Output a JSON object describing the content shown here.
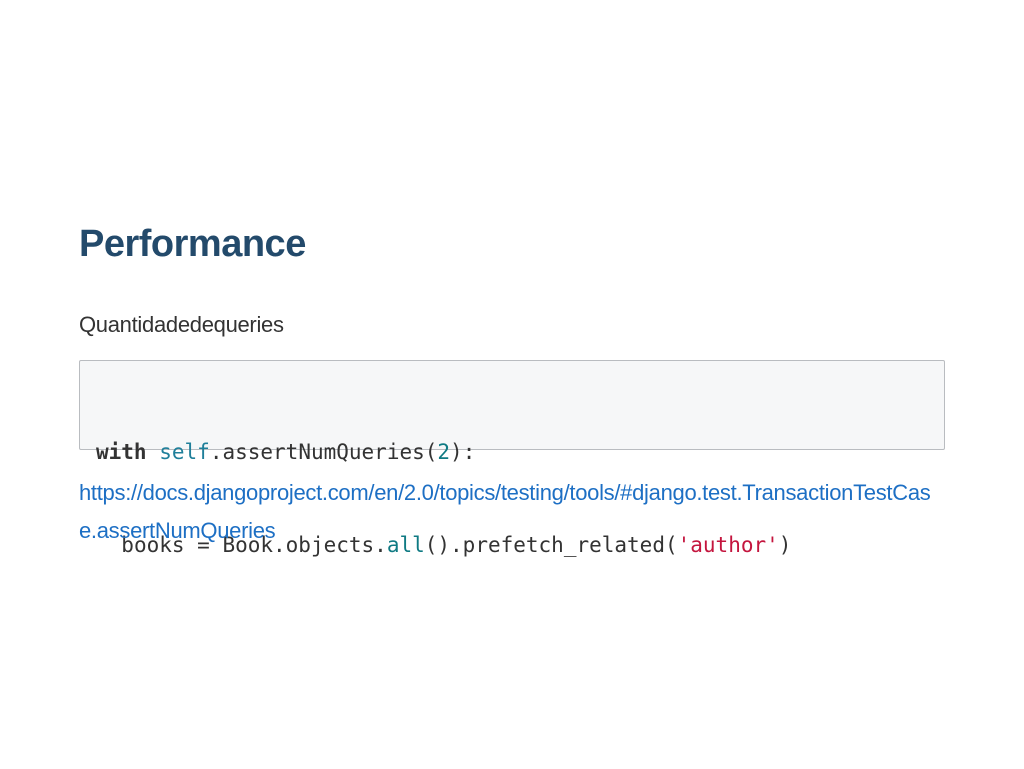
{
  "slide": {
    "title": "Performance",
    "subtitle": "Quantidadedequeries",
    "code": {
      "line1": {
        "keyword": "with",
        "space": " ",
        "self": "self",
        "method": ".assertNumQueries(",
        "number": "2",
        "end": "):"
      },
      "line2": {
        "indent": "  ",
        "prefix": "books = Book.objects.",
        "builtin": "all",
        "middle": "().prefetch_related(",
        "string": "'author'",
        "end": ")"
      }
    },
    "link_text": "https://docs.djangoproject.com/en/2.0/topics/testing/tools/#django.test.TransactionTestCase.assertNumQueries"
  },
  "colors": {
    "title": "#234a6b",
    "link": "#1d6fc4",
    "code_background": "#f6f7f8",
    "code_string": "#c4153e",
    "code_number": "#0f7a83"
  }
}
